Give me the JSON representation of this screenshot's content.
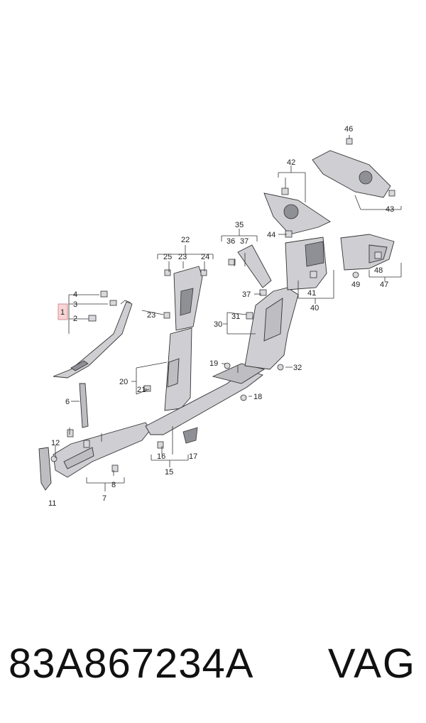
{
  "callouts": {
    "c1": "1",
    "c2": "2",
    "c3": "3",
    "c4": "4",
    "c6": "6",
    "c7": "7",
    "c8": "8",
    "c11": "11",
    "c12": "12",
    "c15": "15",
    "c16": "16",
    "c17": "17",
    "c18": "18",
    "c19": "19",
    "c20": "20",
    "c21": "21",
    "c22": "22",
    "c23a": "23",
    "c23b": "23",
    "c24": "24",
    "c25": "25",
    "c30": "30",
    "c31": "31",
    "c32": "32",
    "c35": "35",
    "c36": "36",
    "c37a": "37",
    "c37b": "37",
    "c40": "40",
    "c41": "41",
    "c42": "42",
    "c43": "43",
    "c44": "44",
    "c46": "46",
    "c47": "47",
    "c48": "48",
    "c49": "49"
  },
  "footer": {
    "part_number": "83A867234A",
    "brand": "VAG"
  },
  "highlight_color": "#f6d5d5"
}
